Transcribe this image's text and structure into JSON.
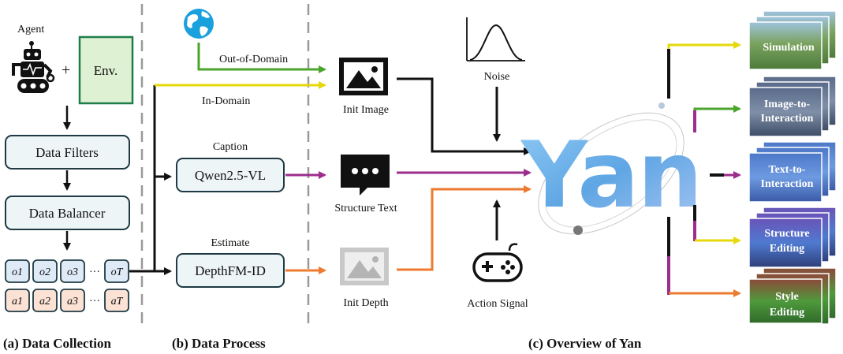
{
  "colors": {
    "green": "#4ba52c",
    "yellow": "#e6d80a",
    "purple": "#9c2d8c",
    "orange": "#ec7a2f",
    "box_border": "#1f3a44",
    "box_fill": "#eef5f6",
    "env_fill": "#dff1d3",
    "env_border": "#1e7d4a",
    "obs_fill": "#dfeaf7",
    "act_fill": "#fbe2d4",
    "yan_blue": "#5fa6e4"
  },
  "collection": {
    "agent_label": "Agent",
    "plus": "+",
    "env_label": "Env.",
    "filters_label": "Data Filters",
    "balancer_label": "Data Balancer",
    "obs": [
      "o1",
      "o2",
      "o3",
      "oT"
    ],
    "act": [
      "a1",
      "a2",
      "a3",
      "aT"
    ],
    "ellipsis": "···"
  },
  "process": {
    "ood_label": "Out-of-Domain",
    "indomain_label": "In-Domain",
    "caption_label": "Caption",
    "qwen_label": "Qwen2.5-VL",
    "estimate_label": "Estimate",
    "depth_label": "DepthFM-ID"
  },
  "overview": {
    "init_image": "Init Image",
    "structure_text": "Structure Text",
    "init_depth": "Init Depth",
    "noise": "Noise",
    "action_signal": "Action Signal",
    "logo": "Yan",
    "outputs": [
      {
        "line1": "Simulation",
        "line2": ""
      },
      {
        "line1": "Image-to-",
        "line2": "Interaction"
      },
      {
        "line1": "Text-to-",
        "line2": "Interaction"
      },
      {
        "line1": "Structure",
        "line2": "Editing"
      },
      {
        "line1": "Style",
        "line2": "Editing"
      }
    ]
  },
  "captions": {
    "a": "(a) Data Collection",
    "b": "(b) Data Process",
    "c": "(c) Overview of Yan"
  }
}
